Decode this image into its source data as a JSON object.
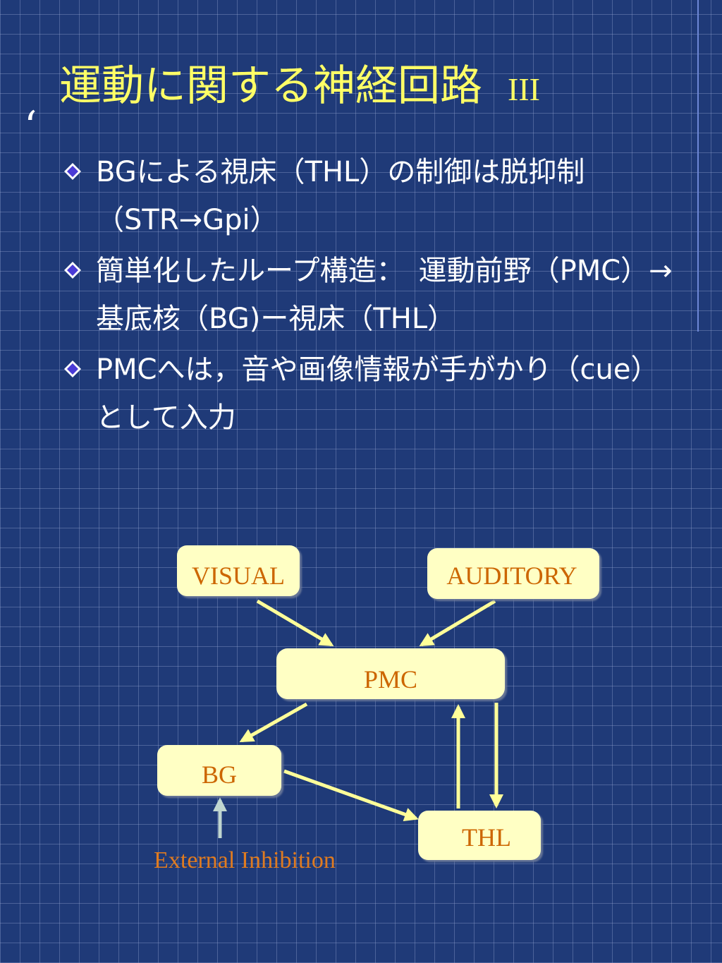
{
  "slide": {
    "title": "運動に関する神経回路",
    "title_number": "III",
    "quote_glyph": "‘",
    "bullets": [
      {
        "text": "BGによる視床（THL）の制御は脱抑制（STR→Gpi）"
      },
      {
        "text": "簡単化したループ構造：　運動前野（PMC）→基底核（BG)ー視床（THL）"
      },
      {
        "text": "PMCへは，音や画像情報が手がかり（cue）として入力"
      }
    ]
  },
  "diagram": {
    "nodes": {
      "visual": "VISUAL",
      "auditory": "AUDITORY",
      "pmc": "PMC",
      "bg": "BG",
      "thl": "THL"
    },
    "external_label": "External Inhibition",
    "colors": {
      "box_fill": "#ffffc4",
      "box_text": "#cc6600",
      "arrow": "#ffff99",
      "inhibition_arrow": "#c0d6d0",
      "external_text": "#e07b20"
    }
  },
  "colors": {
    "background": "#1f3a78",
    "title": "#ffff66",
    "body_text": "#ffffff"
  }
}
